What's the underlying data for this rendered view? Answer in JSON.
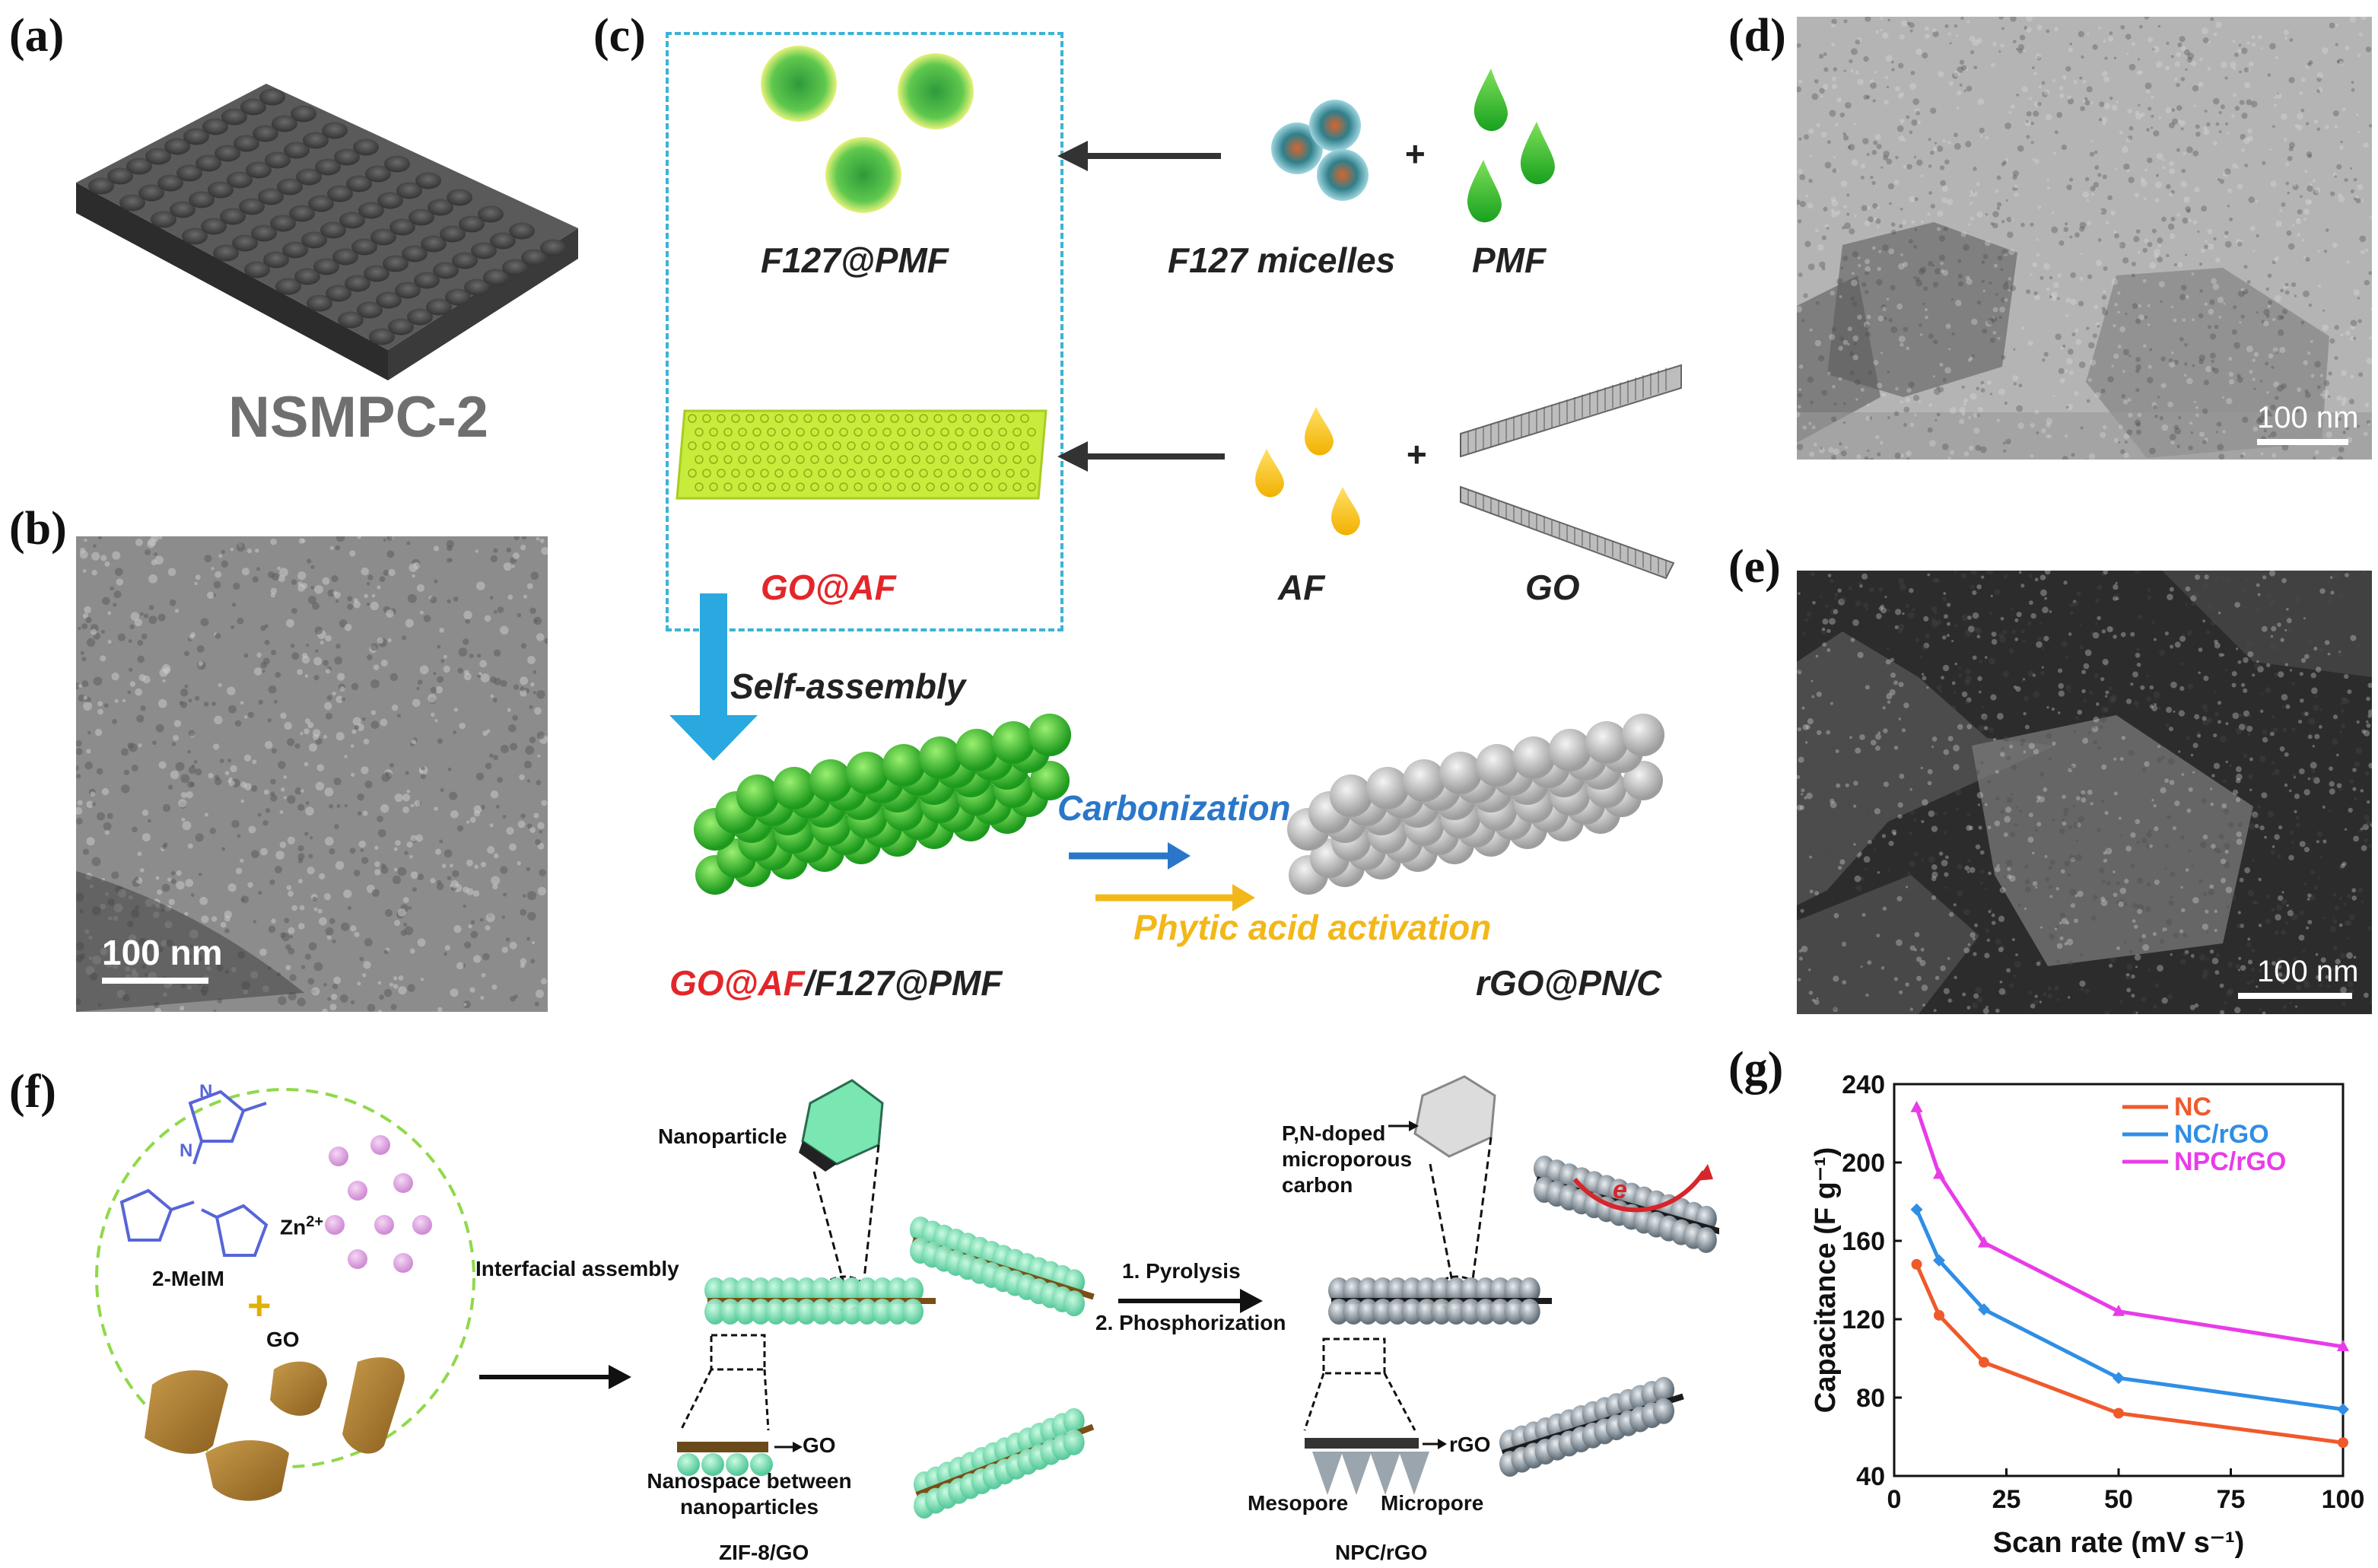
{
  "panel_labels": {
    "a": "(a)",
    "b": "(b)",
    "c": "(c)",
    "d": "(d)",
    "e": "(e)",
    "f": "(f)",
    "g": "(g)"
  },
  "panel_a": {
    "caption": "NSMPC-2"
  },
  "panel_b": {
    "scale": "100 nm"
  },
  "panel_c": {
    "f127_pmf": "F127@PMF",
    "f127_micelles": "F127 micelles",
    "pmf": "PMF",
    "go_af": "GO@AF",
    "af": "AF",
    "go": "GO",
    "self_assembly": "Self-assembly",
    "carbonization": "Carbonization",
    "phytic": "Phytic acid activation",
    "product_left_red": "GO@AF",
    "product_left_black": "/F127@PMF",
    "product_right": "rGO@PN/C",
    "plus": "+",
    "colors": {
      "red": "#e3262a",
      "blue": "#2a77c9",
      "yellow": "#f2b81a",
      "dash": "#3bb3d6",
      "green": "#3fb332"
    }
  },
  "panel_d": {
    "scale": "100 nm"
  },
  "panel_e": {
    "scale": "100 nm"
  },
  "panel_f": {
    "zn": "Zn",
    "zn_sup": "2+",
    "melm": "2-MeIM",
    "plus": "+",
    "go": "GO",
    "interfacial": "Interfacial assembly",
    "nanoparticle": "Nanoparticle",
    "go_arrow": "GO",
    "nanospace": "Nanospace between nanoparticles",
    "zif": "ZIF-8/GO",
    "step1": "1. Pyrolysis",
    "step2": "2. Phosphorization",
    "pn_doped": "P,N-doped microporous carbon",
    "electron": "e",
    "rgo": "rGO",
    "mesopore": "Mesopore",
    "micropore": "Micropore",
    "npc": "NPC/rGO"
  },
  "chart_data": {
    "type": "line",
    "xlabel": "Scan rate (mV s⁻¹)",
    "ylabel": "Capacitance (F g⁻¹)",
    "xlim": [
      0,
      100
    ],
    "ylim": [
      40,
      240
    ],
    "xticks": [
      0,
      25,
      50,
      75,
      100
    ],
    "yticks": [
      40,
      80,
      120,
      160,
      200,
      240
    ],
    "x": [
      5,
      10,
      20,
      50,
      100
    ],
    "series": [
      {
        "name": "NC",
        "color": "#ef5a2b",
        "marker": "circle",
        "values": [
          148,
          122,
          98,
          72,
          57
        ]
      },
      {
        "name": "NC/rGO",
        "color": "#2f8ee6",
        "marker": "diamond",
        "values": [
          176,
          150,
          125,
          90,
          74
        ]
      },
      {
        "name": "NPC/rGO",
        "color": "#e83ce8",
        "marker": "triangle",
        "values": [
          228,
          194,
          159,
          124,
          106
        ]
      }
    ],
    "legend": "top-right",
    "grid": false
  }
}
